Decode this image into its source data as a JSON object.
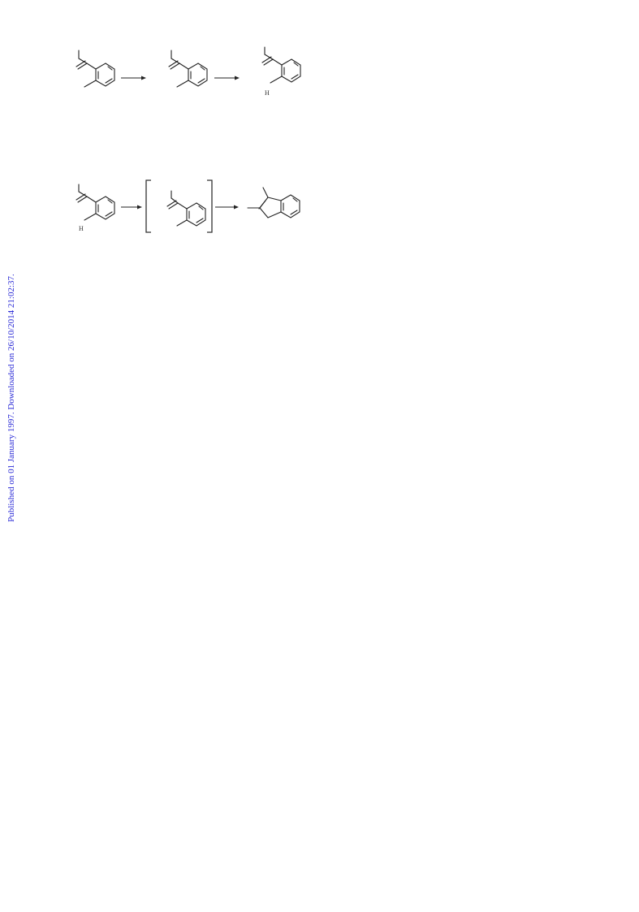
{
  "sidebar": {
    "published_note": "Published on 01 January 1997. Downloaded on 26/10/2014 21:02:37.",
    "color": "#2a2ad6"
  },
  "schemes": [
    {
      "id": "scheme-1",
      "steps": [
        "vinyl-toluene",
        "vinyl-toluene",
        "vinyl-toluene-labeled"
      ],
      "marks": [
        "",
        "",
        "H"
      ]
    },
    {
      "id": "scheme-2",
      "steps": [
        "vinyl-toluene-labeled",
        "bracketed-intermediate",
        "indene"
      ],
      "marks": [
        "H",
        "",
        ""
      ]
    }
  ]
}
